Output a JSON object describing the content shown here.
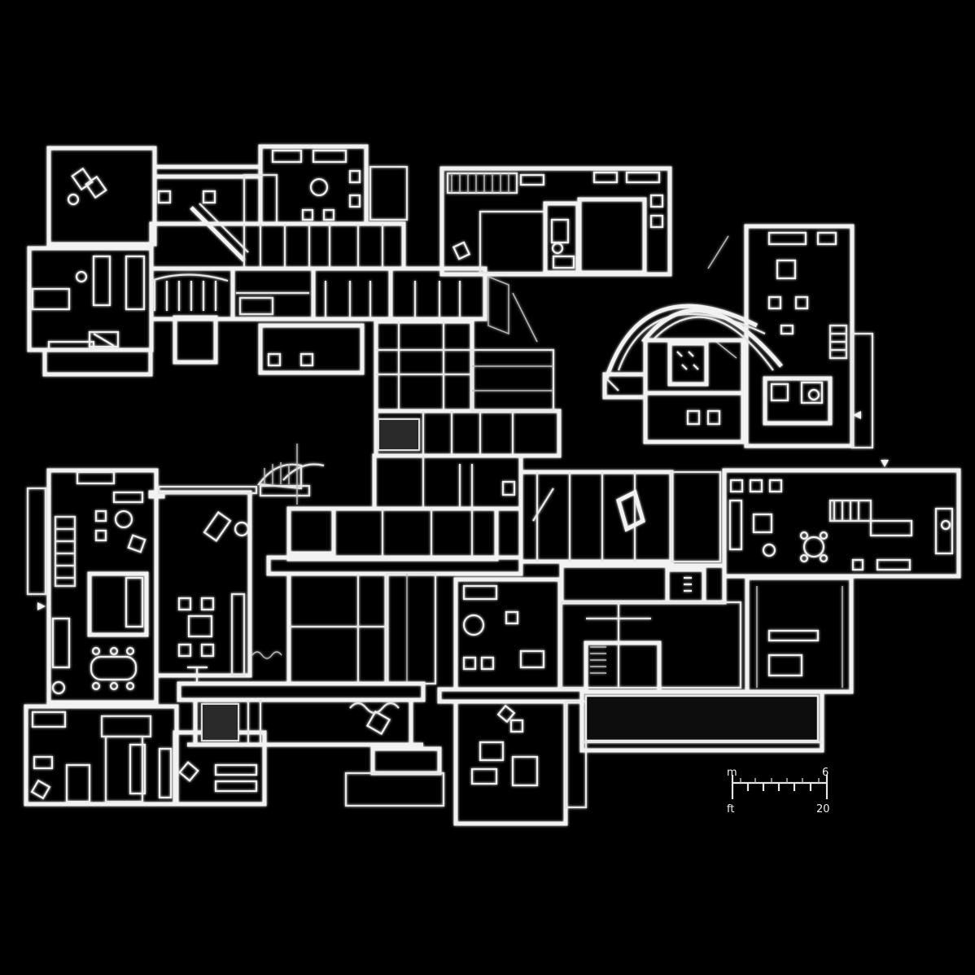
{
  "scale_bar": {
    "metric_unit": "m",
    "metric_max": "6",
    "imperial_unit": "ft",
    "imperial_max": "20"
  },
  "colors": {
    "background": "#000000",
    "line": "#f2f2f2"
  }
}
